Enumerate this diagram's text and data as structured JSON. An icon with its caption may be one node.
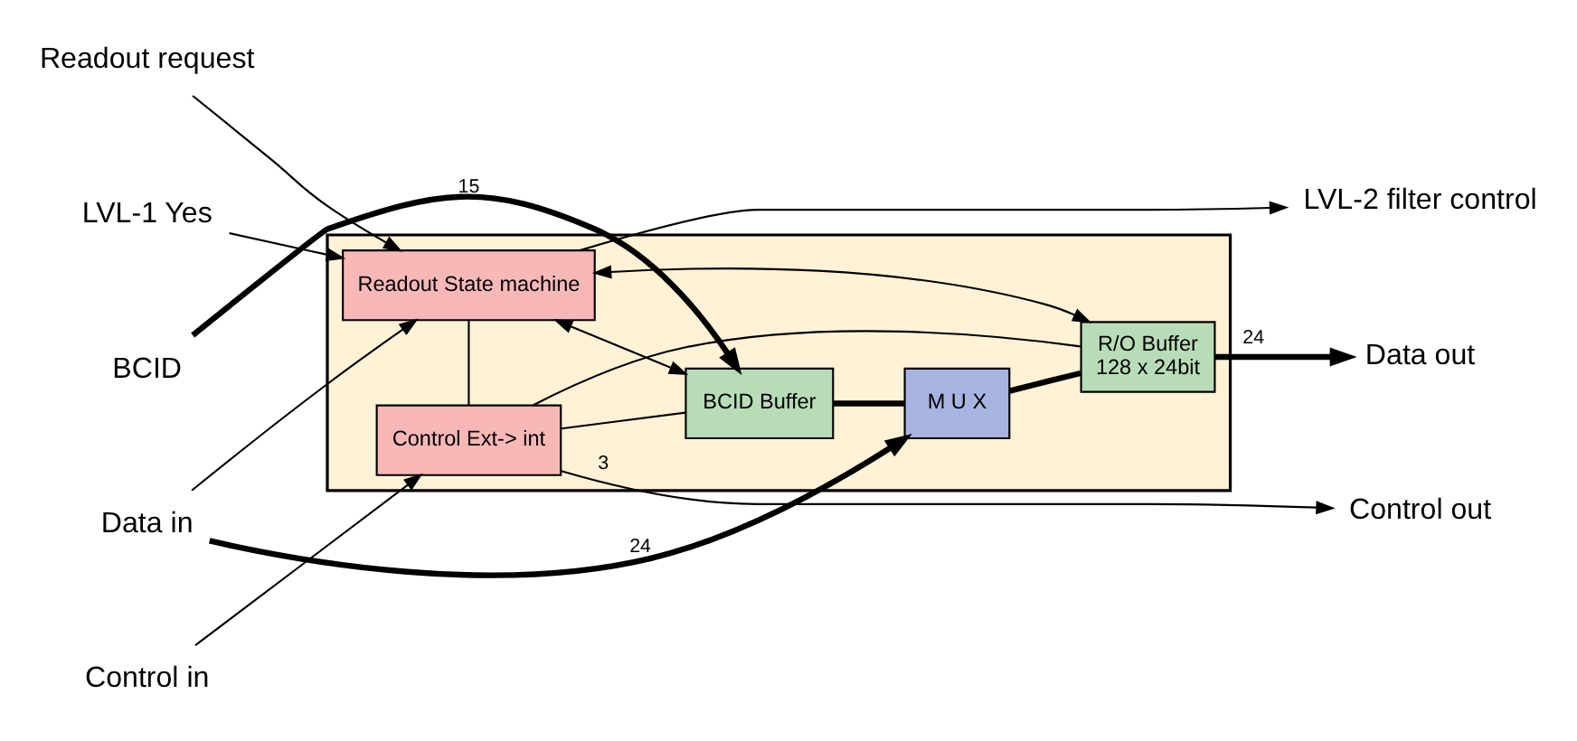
{
  "diagram": {
    "nodes": [
      {
        "text": [],
        "shape": "box"
      },
      {
        "text": [
          "Readout request"
        ]
      },
      {
        "text": [
          "LVL-1 Yes"
        ]
      },
      {
        "text": [
          "BCID"
        ]
      },
      {
        "text": [
          "Data in"
        ]
      },
      {
        "text": [
          "Control in"
        ]
      },
      {
        "text": [
          "Readout State machine"
        ],
        "in": 0
      },
      {
        "text": [
          "BCID Buffer"
        ],
        "in": 0
      },
      {
        "text": [
          "M U X"
        ],
        "in": 0
      },
      {
        "text": [
          "R/O Buffer",
          "128 x 24bit"
        ],
        "in": 0
      },
      {
        "text": [
          "Control Ext-> int"
        ],
        "in": 0
      },
      {
        "text": [
          "LVL-2 filter control"
        ]
      },
      {
        "text": [
          "Data out"
        ]
      },
      {
        "text": [
          "Control out"
        ]
      }
    ],
    "edges": [
      {
        "from": 1,
        "to": 6,
        "arrow": "to"
      },
      {
        "from": 2,
        "to": 6,
        "arrow": "to"
      },
      {
        "from": 3,
        "to": 7,
        "arrow": "to",
        "label": "15",
        "style": "thick"
      },
      {
        "from": 4,
        "to": 8,
        "arrow": "to",
        "label": "24",
        "style": "thick"
      },
      {
        "from": 4,
        "to": 6,
        "arrow": "to"
      },
      {
        "from": 5,
        "to": 10,
        "arrow": "to"
      },
      {
        "from": 6,
        "to": 7,
        "arrow": "both"
      },
      {
        "from": 6,
        "to": 9,
        "arrow": "both"
      },
      {
        "from": 7,
        "to": 8,
        "arrow": "none",
        "style": "thick"
      },
      {
        "from": 8,
        "to": 9,
        "arrow": "none",
        "style": "thick"
      },
      {
        "from": 10,
        "to": 7,
        "arrow": "none"
      },
      {
        "from": 10,
        "to": 6,
        "arrow": "none"
      },
      {
        "from": 10,
        "to": 9,
        "arrow": "none"
      },
      {
        "from": 6,
        "to": 11,
        "arrow": "to"
      },
      {
        "from": 9,
        "to": 12,
        "arrow": "to",
        "label": "24",
        "style": "thick"
      },
      {
        "from": 10,
        "to": 13,
        "arrow": "to",
        "label": "3"
      }
    ]
  }
}
